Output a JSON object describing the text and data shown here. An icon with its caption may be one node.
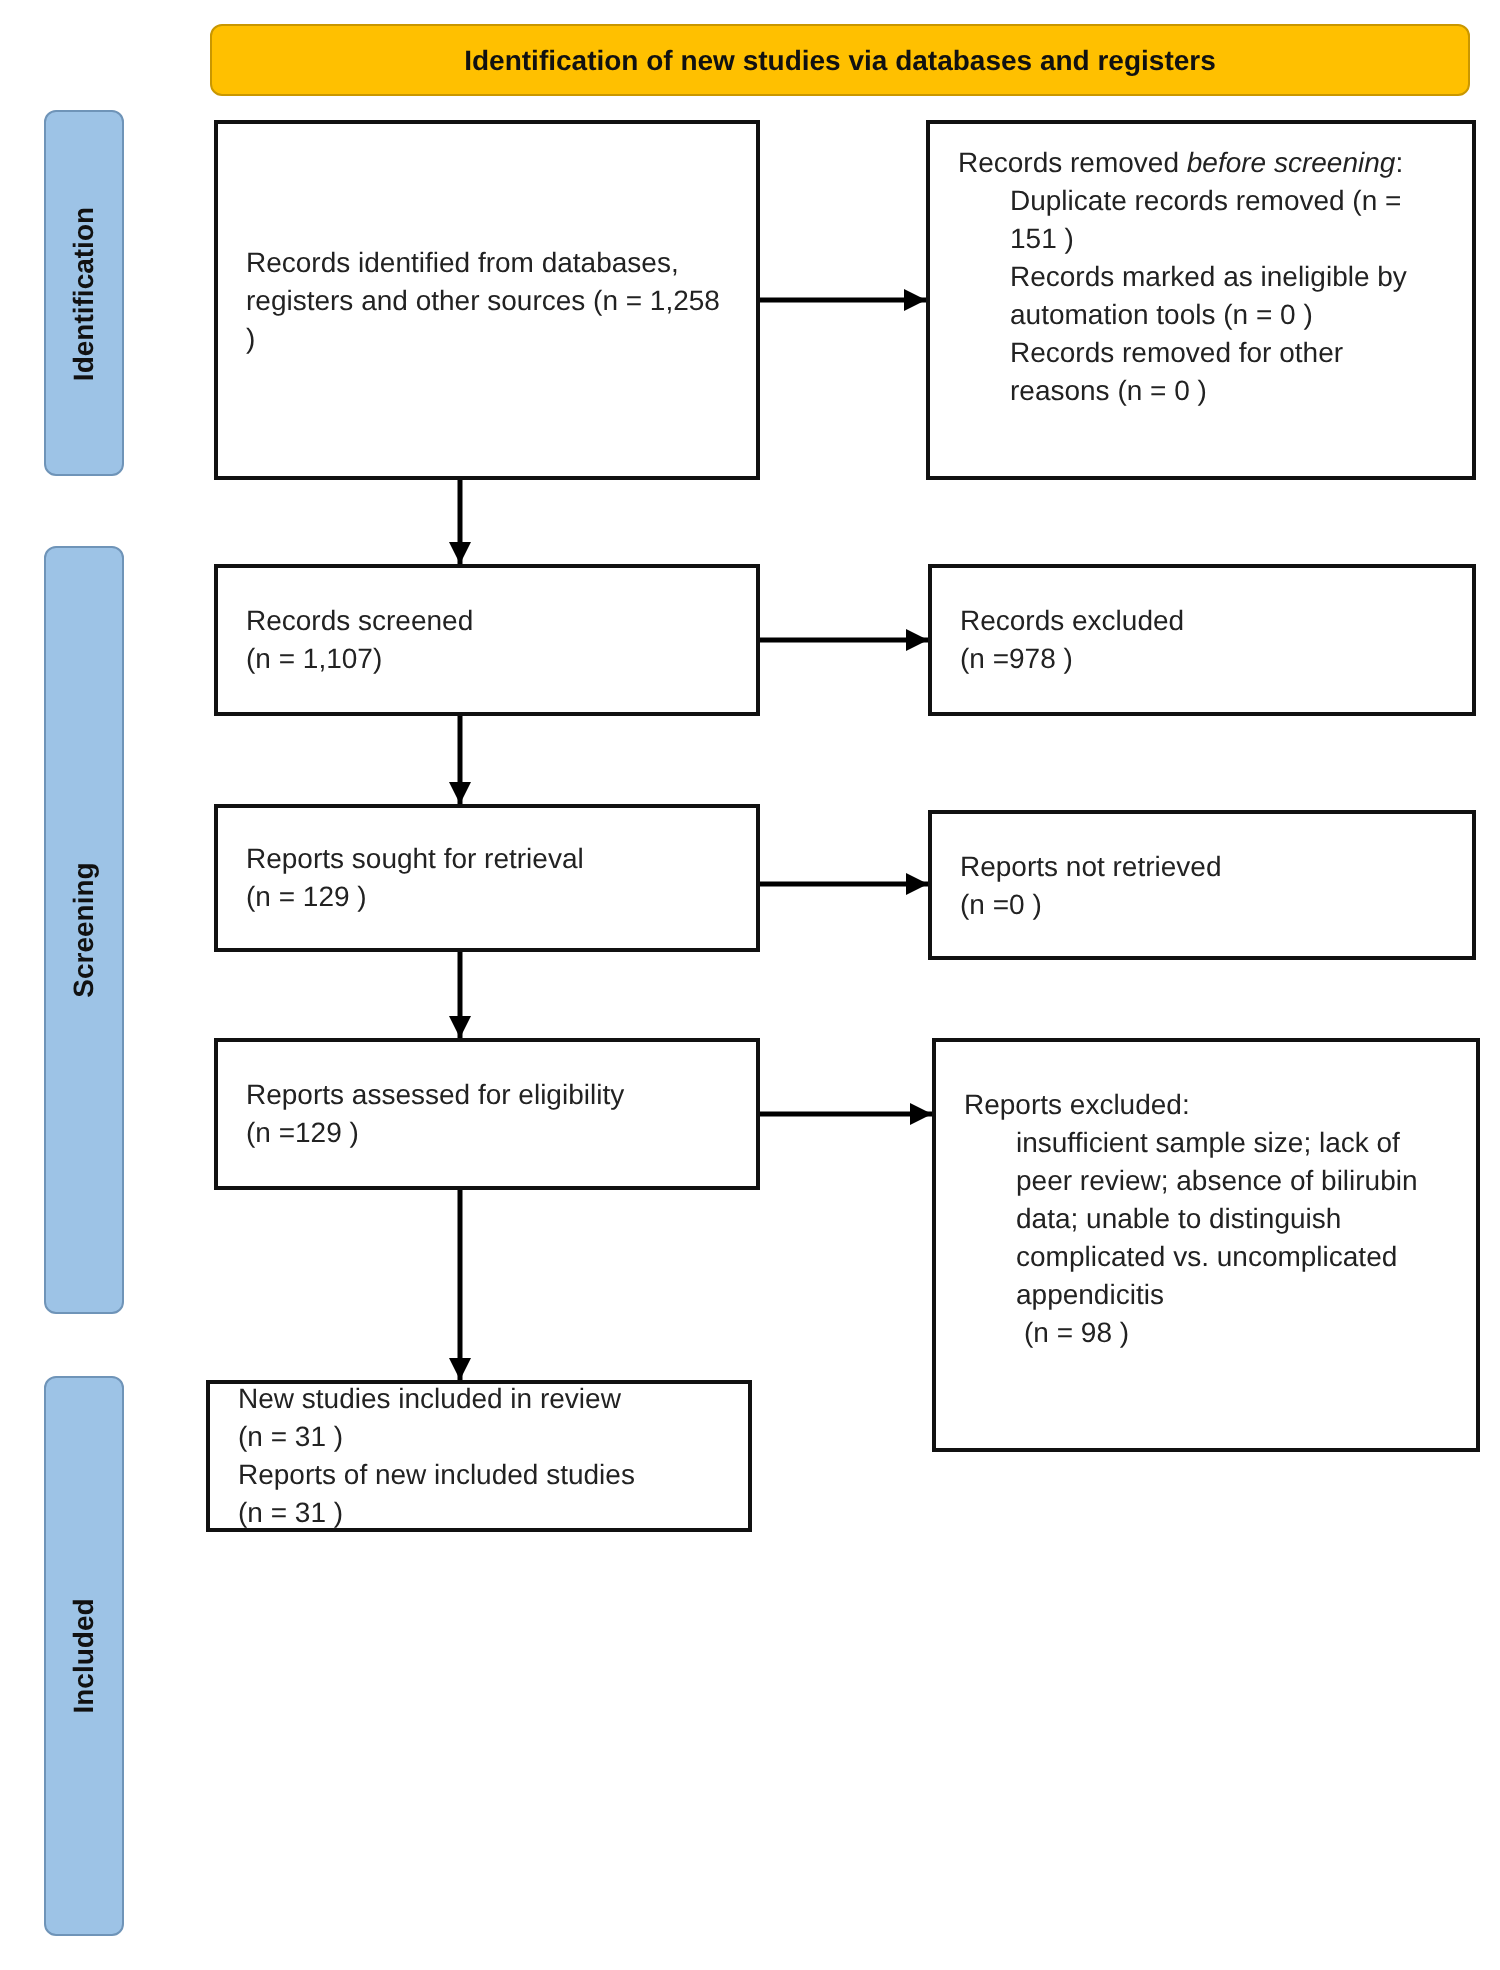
{
  "diagram": {
    "nodes": [
      {
        "text": [
          "Identification of new studies via databases and registers"
        ]
      },
      {
        "text": [
          "Identification"
        ]
      },
      {
        "text": [
          "Screening"
        ]
      },
      {
        "text": [
          "Included"
        ]
      },
      {
        "text": [
          "Records identified from databases, registers and other sources (n = 1,258 )"
        ]
      },
      {
        "text": [
          "Records removed *before screening*:",
          "Duplicate records removed (n = 151 )",
          "Records marked as ineligible by automation tools (n = 0 )",
          "Records removed for other reasons (n = 0 )"
        ]
      },
      {
        "text": [
          "Records screened",
          "(n = 1,107)"
        ]
      },
      {
        "text": [
          "Records excluded",
          "(n =978 )"
        ]
      },
      {
        "text": [
          "Reports sought for retrieval",
          "(n = 129 )"
        ]
      },
      {
        "text": [
          "Reports not retrieved",
          "(n =0 )"
        ]
      },
      {
        "text": [
          "Reports assessed for eligibility",
          "(n =129 )"
        ]
      },
      {
        "text": [
          "Reports excluded:",
          "insufficient sample size; lack of peer review; absence of bilirubin data; unable to distinguish complicated vs. uncomplicated appendicitis",
          "(n = 98 )"
        ]
      },
      {
        "text": [
          "New studies included in review",
          "(n = 31 )",
          "Reports of new included studies",
          "(n = 31 )"
        ]
      }
    ],
    "edges": [
      {
        "from": 4,
        "to": 5,
        "arrow": "to"
      },
      {
        "from": 4,
        "to": 6,
        "arrow": "to"
      },
      {
        "from": 6,
        "to": 7,
        "arrow": "to"
      },
      {
        "from": 6,
        "to": 8,
        "arrow": "to"
      },
      {
        "from": 8,
        "to": 9,
        "arrow": "to"
      },
      {
        "from": 8,
        "to": 10,
        "arrow": "to"
      },
      {
        "from": 10,
        "to": 11,
        "arrow": "to"
      },
      {
        "from": 10,
        "to": 12,
        "arrow": "to"
      }
    ]
  }
}
